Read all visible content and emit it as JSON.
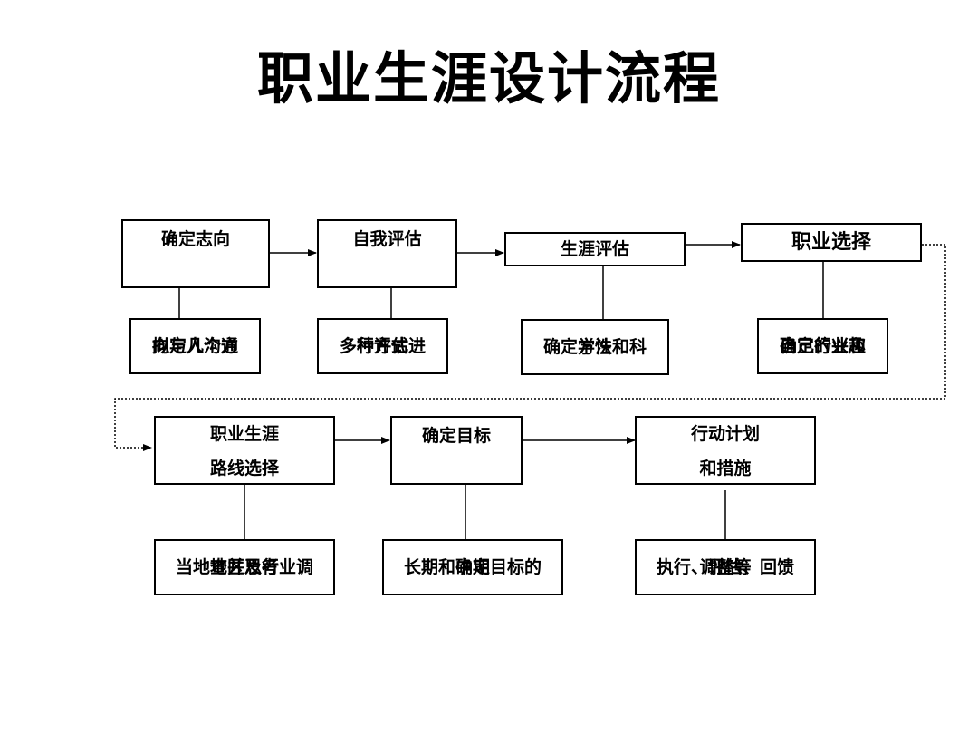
{
  "title": "职业生涯设计流程",
  "row1": {
    "steps": [
      "确定志向",
      "自我评估",
      "生涯评估",
      "职业选择"
    ],
    "details": [
      [
        "拟定几个方",
        "向与人沟通"
      ],
      [
        "多种方式进",
        "行评估"
      ],
      [
        "确定方法和科",
        "学性"
      ],
      [
        "确定行业和",
        "自己的兴趣"
      ]
    ]
  },
  "row2": {
    "steps": [
      [
        "职业生涯",
        "路线选择"
      ],
      [
        "确定目标"
      ],
      [
        "行动计划",
        "和措施"
      ]
    ],
    "details": [
      [
        "当地地区及行业调",
        "查并思考"
      ],
      [
        "长期和中期目标的",
        "确定"
      ],
      [
        "执行、评估、回馈",
        "调整等"
      ]
    ]
  }
}
